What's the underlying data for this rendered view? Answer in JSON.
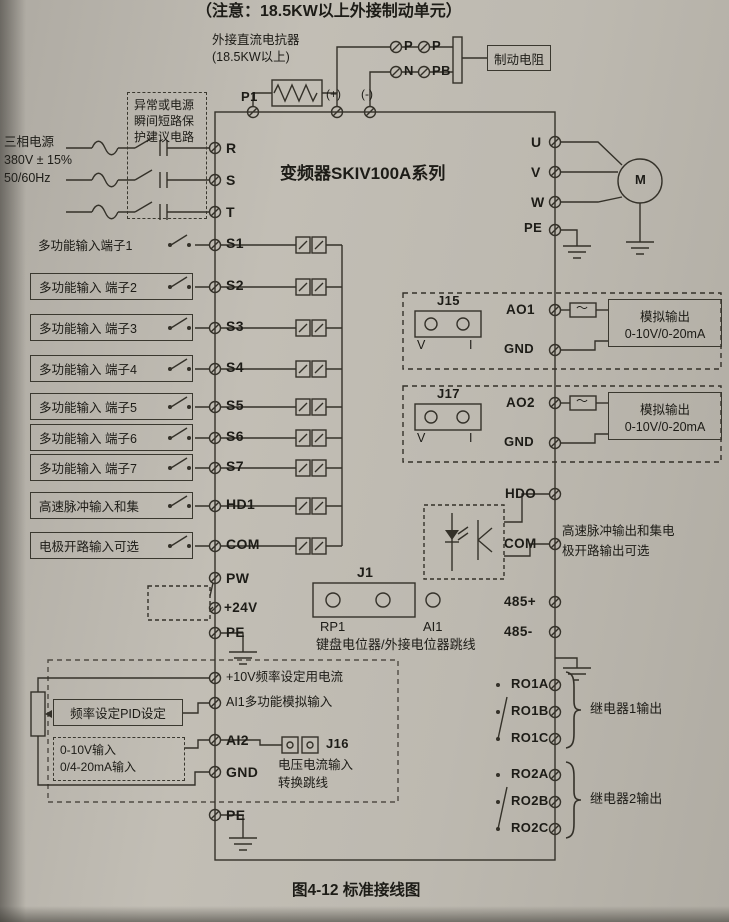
{
  "page": {
    "note": "（注意：18.5KW以上外接制动单元）",
    "caption": "图4-12 标准接线图"
  },
  "inverter": {
    "title": "变频器SKIV100A系列"
  },
  "top_section": {
    "reactor_label_1": "外接直流电抗器",
    "reactor_label_2": "(18.5KW以上)",
    "p1": "P1",
    "plus": "(+)",
    "minus": "(-)",
    "t_p1": "P",
    "t_p2": "P",
    "t_n": "N",
    "t_pb": "PB",
    "brake_resistor": "制动电阻"
  },
  "power": {
    "protect_1": "异常或电源",
    "protect_2": "瞬间短路保",
    "protect_3": "护建议电路",
    "src_1": "三相电源",
    "src_2": "380V ± 15%",
    "src_3": "50/60Hz",
    "r": "R",
    "s": "S",
    "t": "T"
  },
  "output": {
    "u": "U",
    "v": "V",
    "w": "W",
    "pe": "PE",
    "motor": "M"
  },
  "digital_inputs": [
    {
      "label": "多功能输入端子1",
      "terminal": "S1"
    },
    {
      "label": "多功能输入 端子2",
      "terminal": "S2"
    },
    {
      "label": "多功能输入 端子3",
      "terminal": "S3"
    },
    {
      "label": "多功能输入 端子4",
      "terminal": "S4"
    },
    {
      "label": "多功能输入 端子5",
      "terminal": "S5"
    },
    {
      "label": "多功能输入 端子6",
      "terminal": "S6"
    },
    {
      "label": "多功能输入 端子7",
      "terminal": "S7"
    },
    {
      "label": "高速脉冲输入和集",
      "terminal": "HD1"
    },
    {
      "label": "电极开路输入可选",
      "terminal": "COM"
    }
  ],
  "aux": {
    "pw": "PW",
    "p24": "+24V",
    "pe": "PE"
  },
  "j1": {
    "name": "J1",
    "rp1": "RP1",
    "ai1": "AI1",
    "caption": "键盘电位器/外接电位器跳线"
  },
  "analog_in": {
    "p10v": "+10V频率设定用电流",
    "ai1": "AI1多功能模拟输入",
    "pid": "频率设定PID设定",
    "ai2": "AI2",
    "range_1": "0-10V输入",
    "range_2": "0/4-20mA输入",
    "gnd": "GND",
    "j16": "J16",
    "conv_1": "电压电流输入",
    "conv_2": "转换跳线",
    "pe": "PE"
  },
  "analog_out": [
    {
      "jumper": "J15",
      "v": "V",
      "i": "I",
      "terminal": "AO1",
      "gnd": "GND",
      "desc_1": "模拟输出",
      "desc_2": "0-10V/0-20mA"
    },
    {
      "jumper": "J17",
      "v": "V",
      "i": "I",
      "terminal": "AO2",
      "gnd": "GND",
      "desc_1": "模拟输出",
      "desc_2": "0-10V/0-20mA"
    }
  ],
  "hdo": {
    "terminal": "HDO",
    "com": "COM",
    "desc_1": "高速脉冲输出和集电",
    "desc_2": "极开路输出可选"
  },
  "comm": {
    "a": "485+",
    "b": "485-"
  },
  "relays": [
    {
      "a": "RO1A",
      "b": "RO1B",
      "c": "RO1C",
      "desc": "继电器1输出"
    },
    {
      "a": "RO2A",
      "b": "RO2B",
      "c": "RO2C",
      "desc": "继电器2输出"
    }
  ],
  "symbols": {
    "wave": "～"
  }
}
